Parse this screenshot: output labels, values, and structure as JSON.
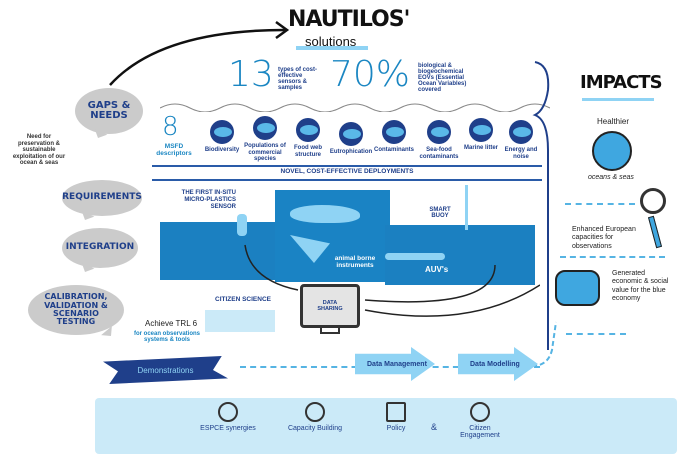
{
  "header": {
    "title": "NAUTILOS'",
    "subtitle": "solutions"
  },
  "stats": [
    {
      "number": "13",
      "text": "types of cost-effective sensors & samples"
    },
    {
      "number": "70%",
      "text": "biological & biogeochemical EOVs (Essential Ocean Variables) covered"
    }
  ],
  "left_bubbles": {
    "gaps": "GAPS & NEEDS",
    "gaps_note": "Need for preservation & sustainable exploitation of our ocean & seas",
    "requirements": "REQUIREMENTS",
    "integration": "INTEGRATION",
    "calibration": "CALIBRATION, VALIDATION & SCENARIO TESTING"
  },
  "msfd": {
    "number": "8",
    "label": "MSFD descriptors",
    "descriptors": [
      {
        "label": "Biodiversity",
        "icon": "fish-icon"
      },
      {
        "label": "Populations of commercial species",
        "icon": "fish-icon"
      },
      {
        "label": "Food web structure",
        "icon": "triangle-icon"
      },
      {
        "label": "Eutrophication",
        "icon": "algae-icon"
      },
      {
        "label": "Contaminants",
        "icon": "wave-icon"
      },
      {
        "label": "Sea-food contaminants",
        "icon": "pcb-icon"
      },
      {
        "label": "Marine litter",
        "icon": "can-icon"
      },
      {
        "label": "Energy and noise",
        "icon": "atom-icon"
      }
    ]
  },
  "deployments": {
    "title": "NOVEL, COST-EFFECTIVE DEPLOYMENTS",
    "sensor": "THE FIRST IN-SITU MICRO-PLASTICS SENSOR",
    "animal": "animal borne instruments",
    "buoy": "SMART BUOY",
    "auv": "AUV's",
    "citizen": "CITIZEN SCIENCE",
    "data_sharing": "DATA SHARING"
  },
  "trl": {
    "title": "Achieve TRL 6",
    "text": "for ocean observations systems & tools"
  },
  "demonstrations": "Demonstrations",
  "flow": [
    "Data Management",
    "Data Modelling"
  ],
  "impacts": {
    "title": "IMPACTS",
    "healthier_top": "Healthier",
    "healthier_bottom": "oceans & seas",
    "enhanced": "Enhanced European capacities for observations",
    "economic": "Generated economic & social value for the blue economy"
  },
  "bottom": [
    {
      "label": "ESPCE synergies"
    },
    {
      "label": "Capacity Building"
    },
    {
      "label": "Policy"
    },
    {
      "label": "&"
    },
    {
      "label": "Citizen Engagement"
    }
  ],
  "colors": {
    "navy": "#1f3f8a",
    "sky": "#56b4e3",
    "sea": "#1b80c1",
    "bubble": "#cbcbcb"
  }
}
